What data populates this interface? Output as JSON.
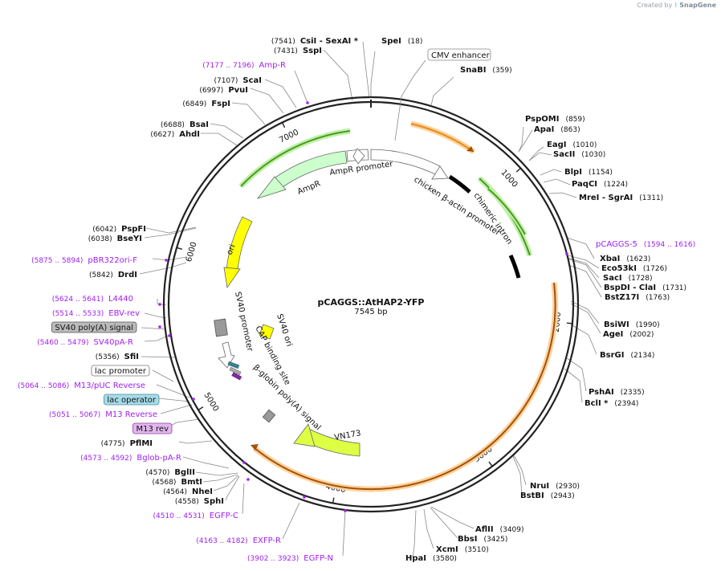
{
  "app": {
    "credit_prefix": "Created by",
    "credit_brand": "SnapGene"
  },
  "plasmid": {
    "name": "pCAGGS::AtHAP2-YFP",
    "length_label": "7545 bp",
    "length": 7545
  },
  "colors": {
    "backbone": "#222222",
    "enzyme_line": "#888888",
    "feature_label": "#a020f0",
    "enhancer": "#ffffff",
    "promoter_white": "#ffffff",
    "intron": "#66c02a",
    "ampR": "#ccffcc",
    "ori": "#ffff00",
    "polyA": "#999999",
    "vn173": "#ddff44",
    "orange_arc": "#ff9933",
    "sv40polyA_box": "#bbbbbb",
    "lac_operator_box": "#a7dbe8",
    "m13rev_box": "#e3b7ee"
  },
  "ticks": [
    {
      "bp": 1000,
      "label": "1000"
    },
    {
      "bp": 2000,
      "label": "2000"
    },
    {
      "bp": 3000,
      "label": "3000"
    },
    {
      "bp": 4000,
      "label": "4000"
    },
    {
      "bp": 5000,
      "label": "5000"
    },
    {
      "bp": 6000,
      "label": "6000"
    },
    {
      "bp": 7000,
      "label": "7000"
    }
  ],
  "features_in_map": [
    {
      "name": "CMV enhancer",
      "boxed": true
    },
    {
      "name": "chicken β-actin promoter"
    },
    {
      "name": "chimeric intron"
    },
    {
      "name": "AmpR promoter"
    },
    {
      "name": "AmpR"
    },
    {
      "name": "ori"
    },
    {
      "name": "SV40 promoter"
    },
    {
      "name": "SV40 ori"
    },
    {
      "name": "CAP binding site"
    },
    {
      "name": "β-globin poly(A) signal"
    },
    {
      "name": "VN173"
    }
  ],
  "labels_right": [
    {
      "name": "SpeI",
      "pos": "(18)"
    },
    {
      "name": "SnaBI",
      "pos": "(359)"
    },
    {
      "name": "PspOMI",
      "pos": "(859)"
    },
    {
      "name": "ApaI",
      "pos": "(863)"
    },
    {
      "name": "EagI",
      "pos": "(1010)"
    },
    {
      "name": "SacII",
      "pos": "(1030)"
    },
    {
      "name": "BlpI",
      "pos": "(1154)"
    },
    {
      "name": "PaqCI",
      "pos": "(1224)"
    },
    {
      "name": "MreI - SgrAI",
      "pos": "(1311)"
    },
    {
      "name": "pCAGGS-5",
      "pos": "(1594 .. 1616)",
      "feature": true
    },
    {
      "name": "XbaI",
      "pos": "(1623)"
    },
    {
      "name": "Eco53kI",
      "pos": "(1726)"
    },
    {
      "name": "SacI",
      "pos": "(1728)"
    },
    {
      "name": "BspDI - ClaI",
      "pos": "(1731)"
    },
    {
      "name": "BstZ17I",
      "pos": "(1763)"
    },
    {
      "name": "BsiWI",
      "pos": "(1990)"
    },
    {
      "name": "AgeI",
      "pos": "(2002)"
    },
    {
      "name": "BsrGI",
      "pos": "(2134)"
    },
    {
      "name": "PshAI",
      "pos": "(2335)"
    },
    {
      "name": "BclI *",
      "pos": "(2394)"
    },
    {
      "name": "NruI",
      "pos": "(2930)"
    },
    {
      "name": "BstBI",
      "pos": "(2943)"
    },
    {
      "name": "AflII",
      "pos": "(3409)"
    },
    {
      "name": "BbsI",
      "pos": "(3425)"
    },
    {
      "name": "XcmI",
      "pos": "(3510)"
    },
    {
      "name": "HpaI",
      "pos": "(3580)"
    }
  ],
  "labels_left": [
    {
      "name": "CsiI - SexAI *",
      "pos": "(7541)"
    },
    {
      "name": "SspI",
      "pos": "(7431)"
    },
    {
      "name": "Amp-R",
      "pos": "(7177 .. 7196)",
      "feature": true
    },
    {
      "name": "ScaI",
      "pos": "(7107)"
    },
    {
      "name": "PvuI",
      "pos": "(6997)"
    },
    {
      "name": "FspI",
      "pos": "(6849)"
    },
    {
      "name": "BsaI",
      "pos": "(6688)"
    },
    {
      "name": "AhdI",
      "pos": "(6627)"
    },
    {
      "name": "PspFI",
      "pos": "(6042)"
    },
    {
      "name": "BseYI",
      "pos": "(6038)"
    },
    {
      "name": "pBR322ori-F",
      "pos": "(5875 .. 5894)",
      "feature": true
    },
    {
      "name": "DrdI",
      "pos": "(5842)"
    },
    {
      "name": "L4440",
      "pos": "(5624 .. 5641)",
      "feature": true
    },
    {
      "name": "EBV-rev",
      "pos": "(5514 .. 5533)",
      "feature": true
    },
    {
      "name": "SV40 poly(A) signal",
      "pos": "",
      "box": "sv40"
    },
    {
      "name": "SV40pA-R",
      "pos": "(5460 .. 5479)",
      "feature": true
    },
    {
      "name": "SfiI",
      "pos": "(5356)"
    },
    {
      "name": "lac promoter",
      "pos": "",
      "box": "white"
    },
    {
      "name": "M13/pUC Reverse",
      "pos": "(5064 .. 5086)",
      "feature": true
    },
    {
      "name": "lac operator",
      "pos": "",
      "box": "lac"
    },
    {
      "name": "M13 Reverse",
      "pos": "(5051 .. 5067)",
      "feature": true
    },
    {
      "name": "M13 rev",
      "pos": "",
      "box": "m13"
    },
    {
      "name": "PflMI",
      "pos": "(4775)"
    },
    {
      "name": "Bglob-pA-R",
      "pos": "(4573 .. 4592)",
      "feature": true
    },
    {
      "name": "BglII",
      "pos": "(4570)"
    },
    {
      "name": "BmtI",
      "pos": "(4568)"
    },
    {
      "name": "NheI",
      "pos": "(4564)"
    },
    {
      "name": "SphI",
      "pos": "(4558)"
    },
    {
      "name": "EGFP-C",
      "pos": "(4510 .. 4531)",
      "feature": true
    },
    {
      "name": "EXFP-R",
      "pos": "(4163 .. 4182)",
      "feature": true
    },
    {
      "name": "EGFP-N",
      "pos": "(3902 .. 3923)",
      "feature": true
    }
  ]
}
